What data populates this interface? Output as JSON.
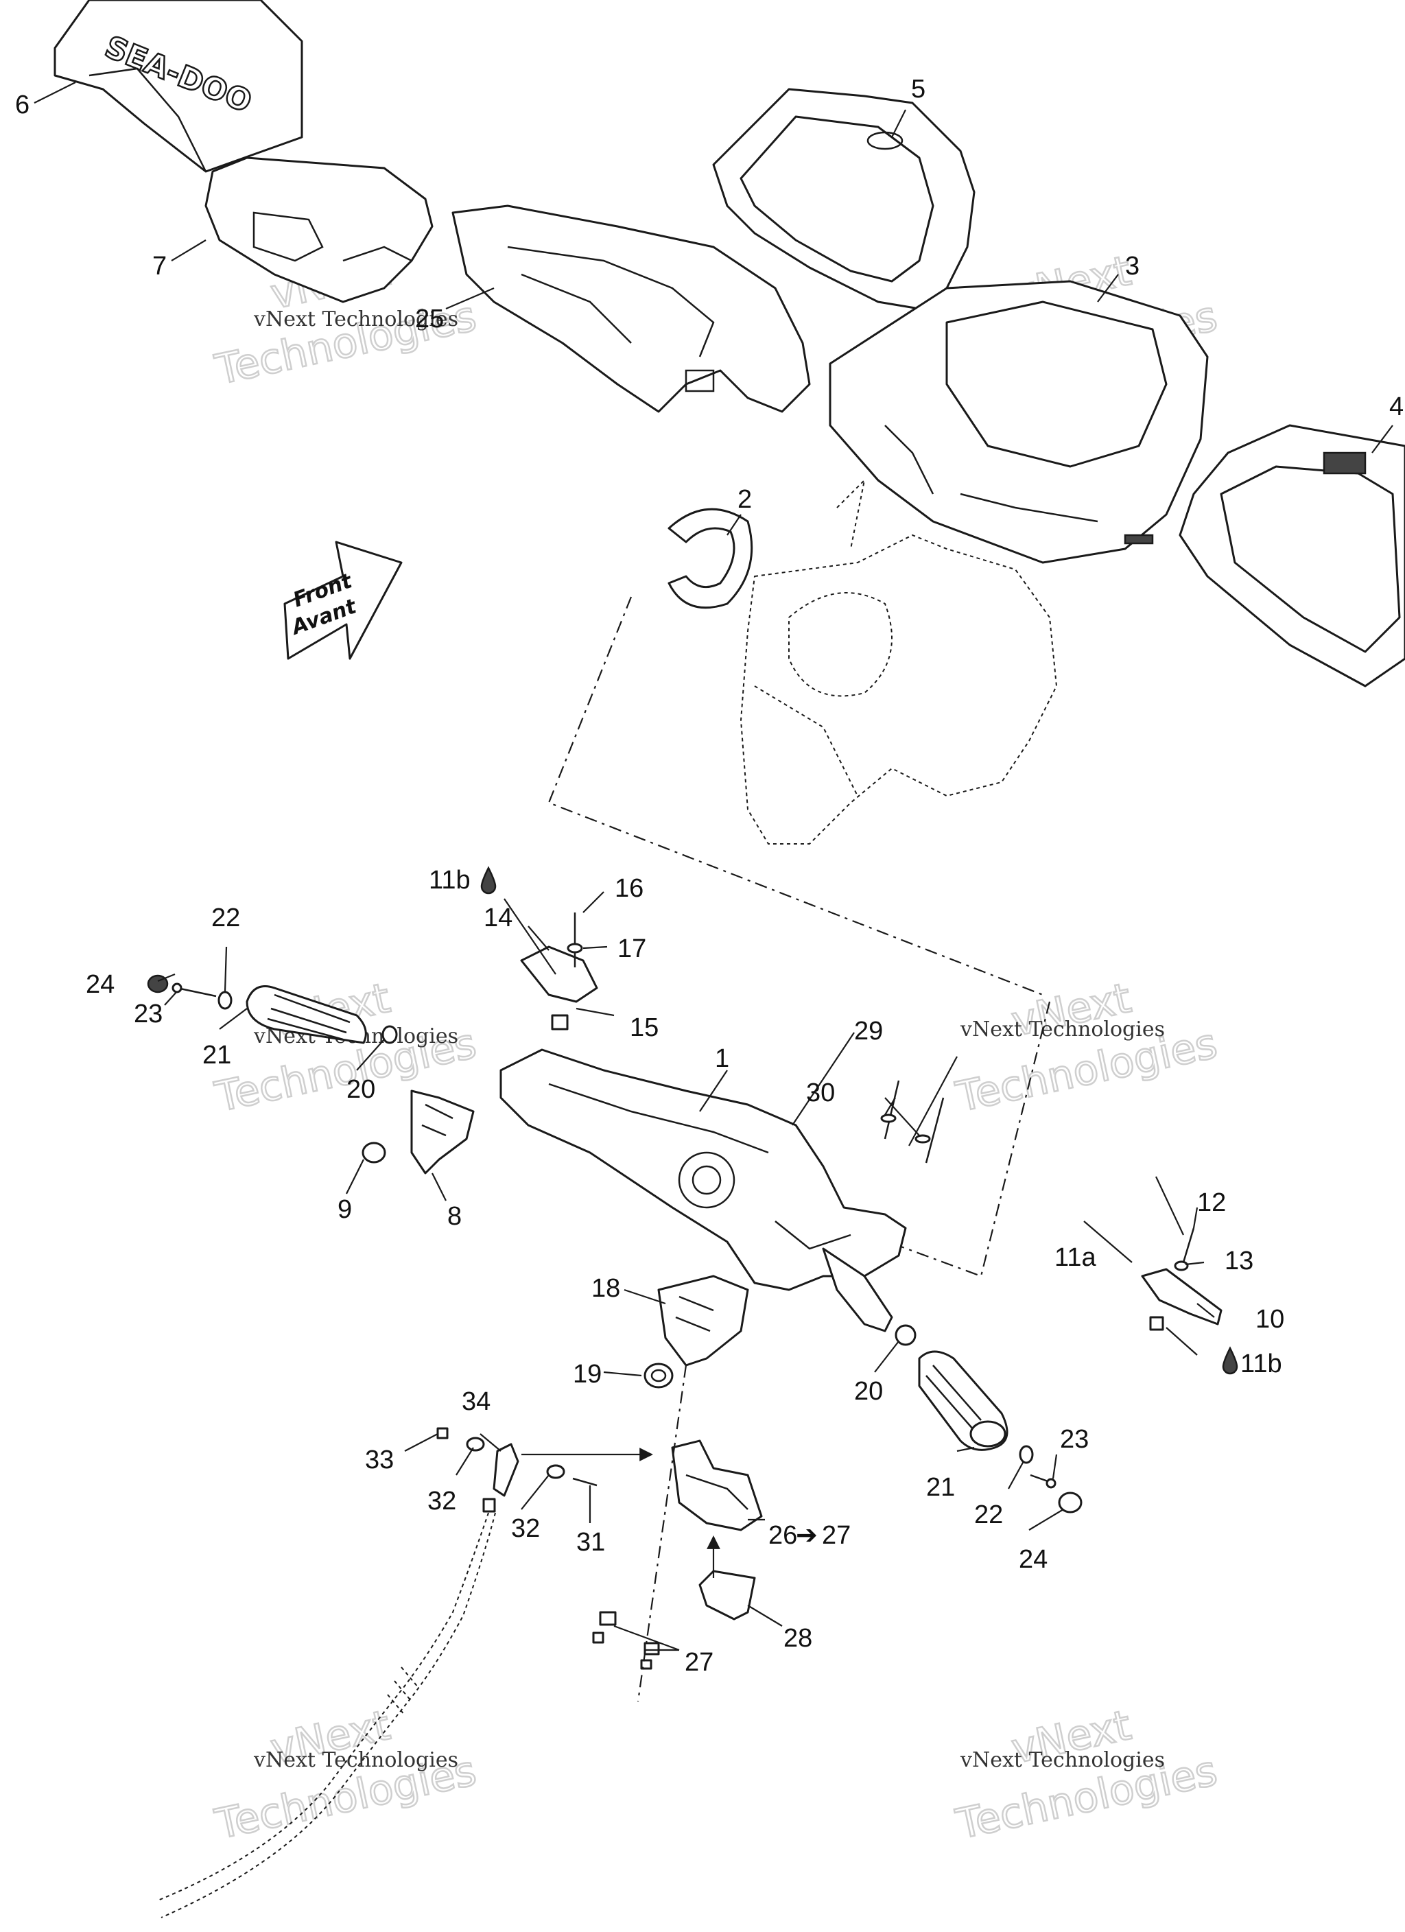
{
  "front_arrow": {
    "line1": "Front",
    "line2": "Avant"
  },
  "logo_text": "SEA-DOO",
  "watermark": {
    "line1": "vNext",
    "line2": "Technologies",
    "caption": "vNext Technologies"
  },
  "callouts": {
    "c1": "1",
    "c2": "2",
    "c3": "3",
    "c4": "4",
    "c5": "5",
    "c6": "6",
    "c7": "7",
    "c8": "8",
    "c9": "9",
    "c10": "10",
    "c11a": "11a",
    "c11b_top": "11b",
    "c11b_right": "11b",
    "c12": "12",
    "c13": "13",
    "c14": "14",
    "c15": "15",
    "c16": "16",
    "c17": "17",
    "c18": "18",
    "c19": "19",
    "c20_left": "20",
    "c20_right": "20",
    "c21_left": "21",
    "c21_right": "21",
    "c22_left": "22",
    "c22_right": "22",
    "c23_left": "23",
    "c23_right": "23",
    "c24_left": "24",
    "c24_right": "24",
    "c25": "25",
    "c26": "26",
    "c27_arrow": "27",
    "c27": "27",
    "c28": "28",
    "c29": "29",
    "c30": "30",
    "c31": "31",
    "c32_left": "32",
    "c32_bottom": "32",
    "c33": "33",
    "c34": "34"
  }
}
